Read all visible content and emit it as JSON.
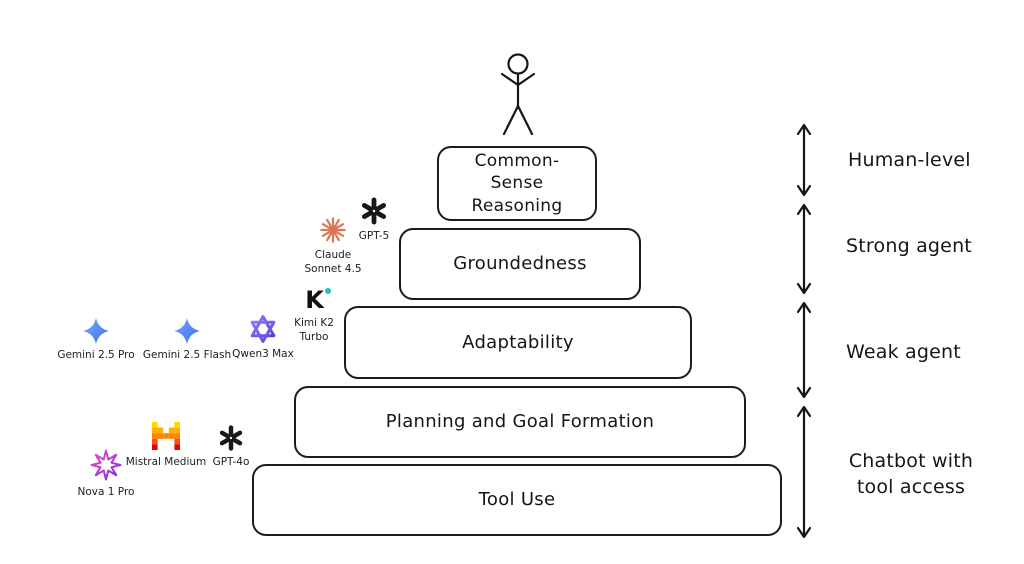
{
  "pyramid": {
    "levels": [
      {
        "id": "common-sense-reasoning",
        "label": "Common-Sense Reasoning"
      },
      {
        "id": "groundedness",
        "label": "Groundedness"
      },
      {
        "id": "adaptability",
        "label": "Adaptability"
      },
      {
        "id": "planning-goal-formation",
        "label": "Planning and Goal Formation"
      },
      {
        "id": "tool-use",
        "label": "Tool Use"
      }
    ],
    "ink_color": "#1c1c1c"
  },
  "scale": {
    "labels": [
      {
        "label": "Human-level"
      },
      {
        "label": "Strong agent"
      },
      {
        "label": "Weak agent"
      },
      {
        "label": "Chatbot with tool access"
      }
    ]
  },
  "models": [
    {
      "name": "Claude Sonnet 4.5",
      "icon": "claude-icon",
      "color": "#D97757"
    },
    {
      "name": "GPT-5",
      "icon": "openai-icon",
      "color": "#181818"
    },
    {
      "name": "Kimi K2 Turbo",
      "icon": "kimi-icon",
      "letter": "K",
      "color": "#101010",
      "dot_color": "#1FBFBF"
    },
    {
      "name": "Gemini 2.5 Pro",
      "icon": "gemini-icon",
      "color": "#3B79F2"
    },
    {
      "name": "Gemini 2.5 Flash",
      "icon": "gemini-icon",
      "color": "#3B79F2"
    },
    {
      "name": "Qwen3 Max",
      "icon": "qwen-icon",
      "color": "#6C4CF0"
    },
    {
      "name": "Mistral Medium",
      "icon": "mistral-icon",
      "colors": [
        "#FFD800",
        "#FFAF00",
        "#FF8205",
        "#FA500F",
        "#E10500"
      ]
    },
    {
      "name": "GPT-4o",
      "icon": "openai-icon",
      "color": "#181818"
    },
    {
      "name": "Nova 1 Pro",
      "icon": "nova-icon",
      "color": "#C940C0"
    }
  ]
}
